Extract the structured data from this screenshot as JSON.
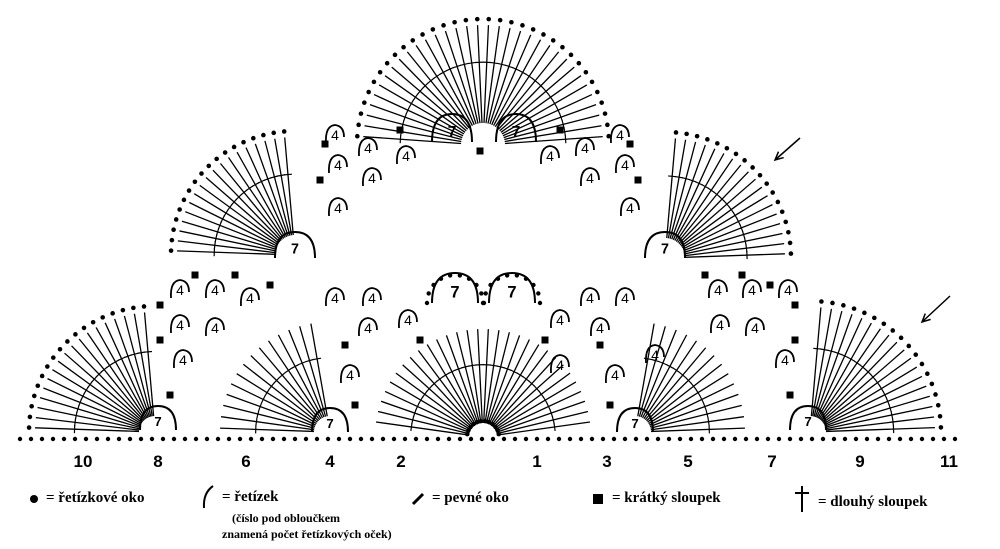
{
  "row_numbers": [
    "10",
    "8",
    "6",
    "4",
    "2",
    "1",
    "3",
    "5",
    "7",
    "9",
    "11"
  ],
  "chain_counts": {
    "large": "7",
    "small": "4"
  },
  "legend": {
    "chain_stitch": "= řetízkové oko",
    "chain": "= řetízek",
    "chain_note_1": "(číslo pod obloučkem",
    "chain_note_2": "znamená počet řetízkových oček)",
    "slip_stitch": "= pevné oko",
    "half_double": "= krátký sloupek",
    "double": "= dlouhý sloupek"
  },
  "colors": {
    "ink": "#000000",
    "paper": "#ffffff"
  },
  "icons": [
    "arrow-icon"
  ]
}
